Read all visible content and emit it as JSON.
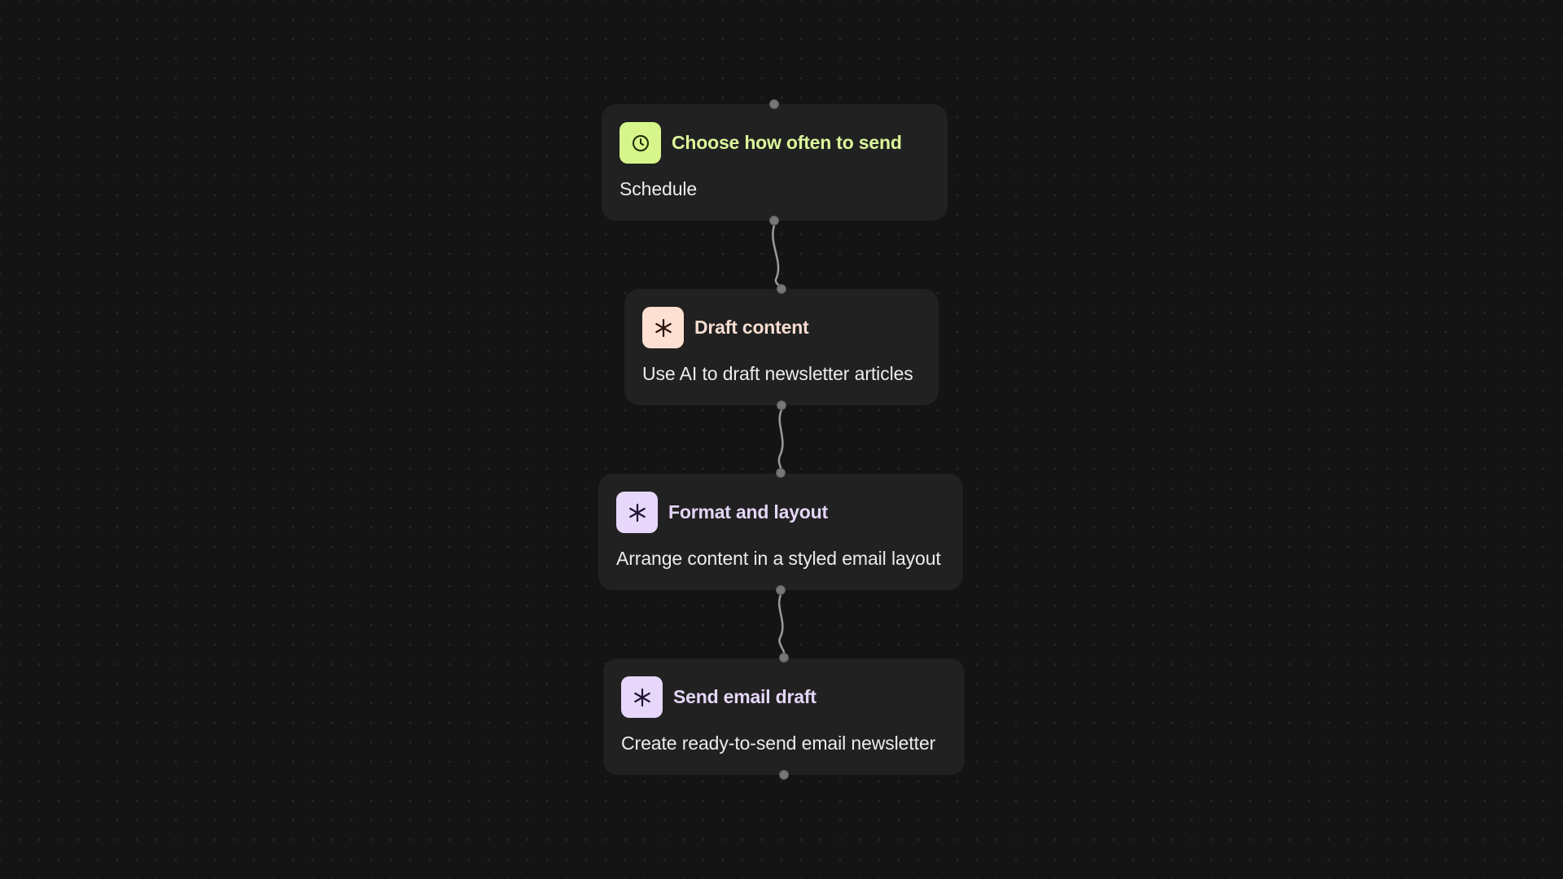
{
  "colors": {
    "background": "#141414",
    "node_background": "#212121",
    "edge": "#9a9a9a",
    "handle": "#777777"
  },
  "nodes": [
    {
      "id": "schedule",
      "title": "Choose how often to send",
      "description": "Schedule",
      "icon": "clock-icon",
      "icon_bg": "#d6f58a",
      "icon_color": "#1d2a06",
      "title_color": "#dcf59a"
    },
    {
      "id": "draft-content",
      "title": "Draft content",
      "description": "Use AI to draft newsletter articles",
      "icon": "sparkle-icon",
      "icon_bg": "#fde0d2",
      "icon_color": "#2a1710",
      "title_color": "#f7ddd0"
    },
    {
      "id": "format-layout",
      "title": "Format and layout",
      "description": "Arrange content in a styled email layout",
      "icon": "sparkle-icon",
      "icon_bg": "#e6d7fb",
      "icon_color": "#1f1530",
      "title_color": "#e4d6f8"
    },
    {
      "id": "send-email-draft",
      "title": "Send email draft",
      "description": "Create ready-to-send email newsletter",
      "icon": "sparkle-icon",
      "icon_bg": "#e6d7fb",
      "icon_color": "#1f1530",
      "title_color": "#e4d6f8"
    }
  ],
  "edges": [
    {
      "from": "schedule",
      "to": "draft-content"
    },
    {
      "from": "draft-content",
      "to": "format-layout"
    },
    {
      "from": "format-layout",
      "to": "send-email-draft"
    }
  ]
}
